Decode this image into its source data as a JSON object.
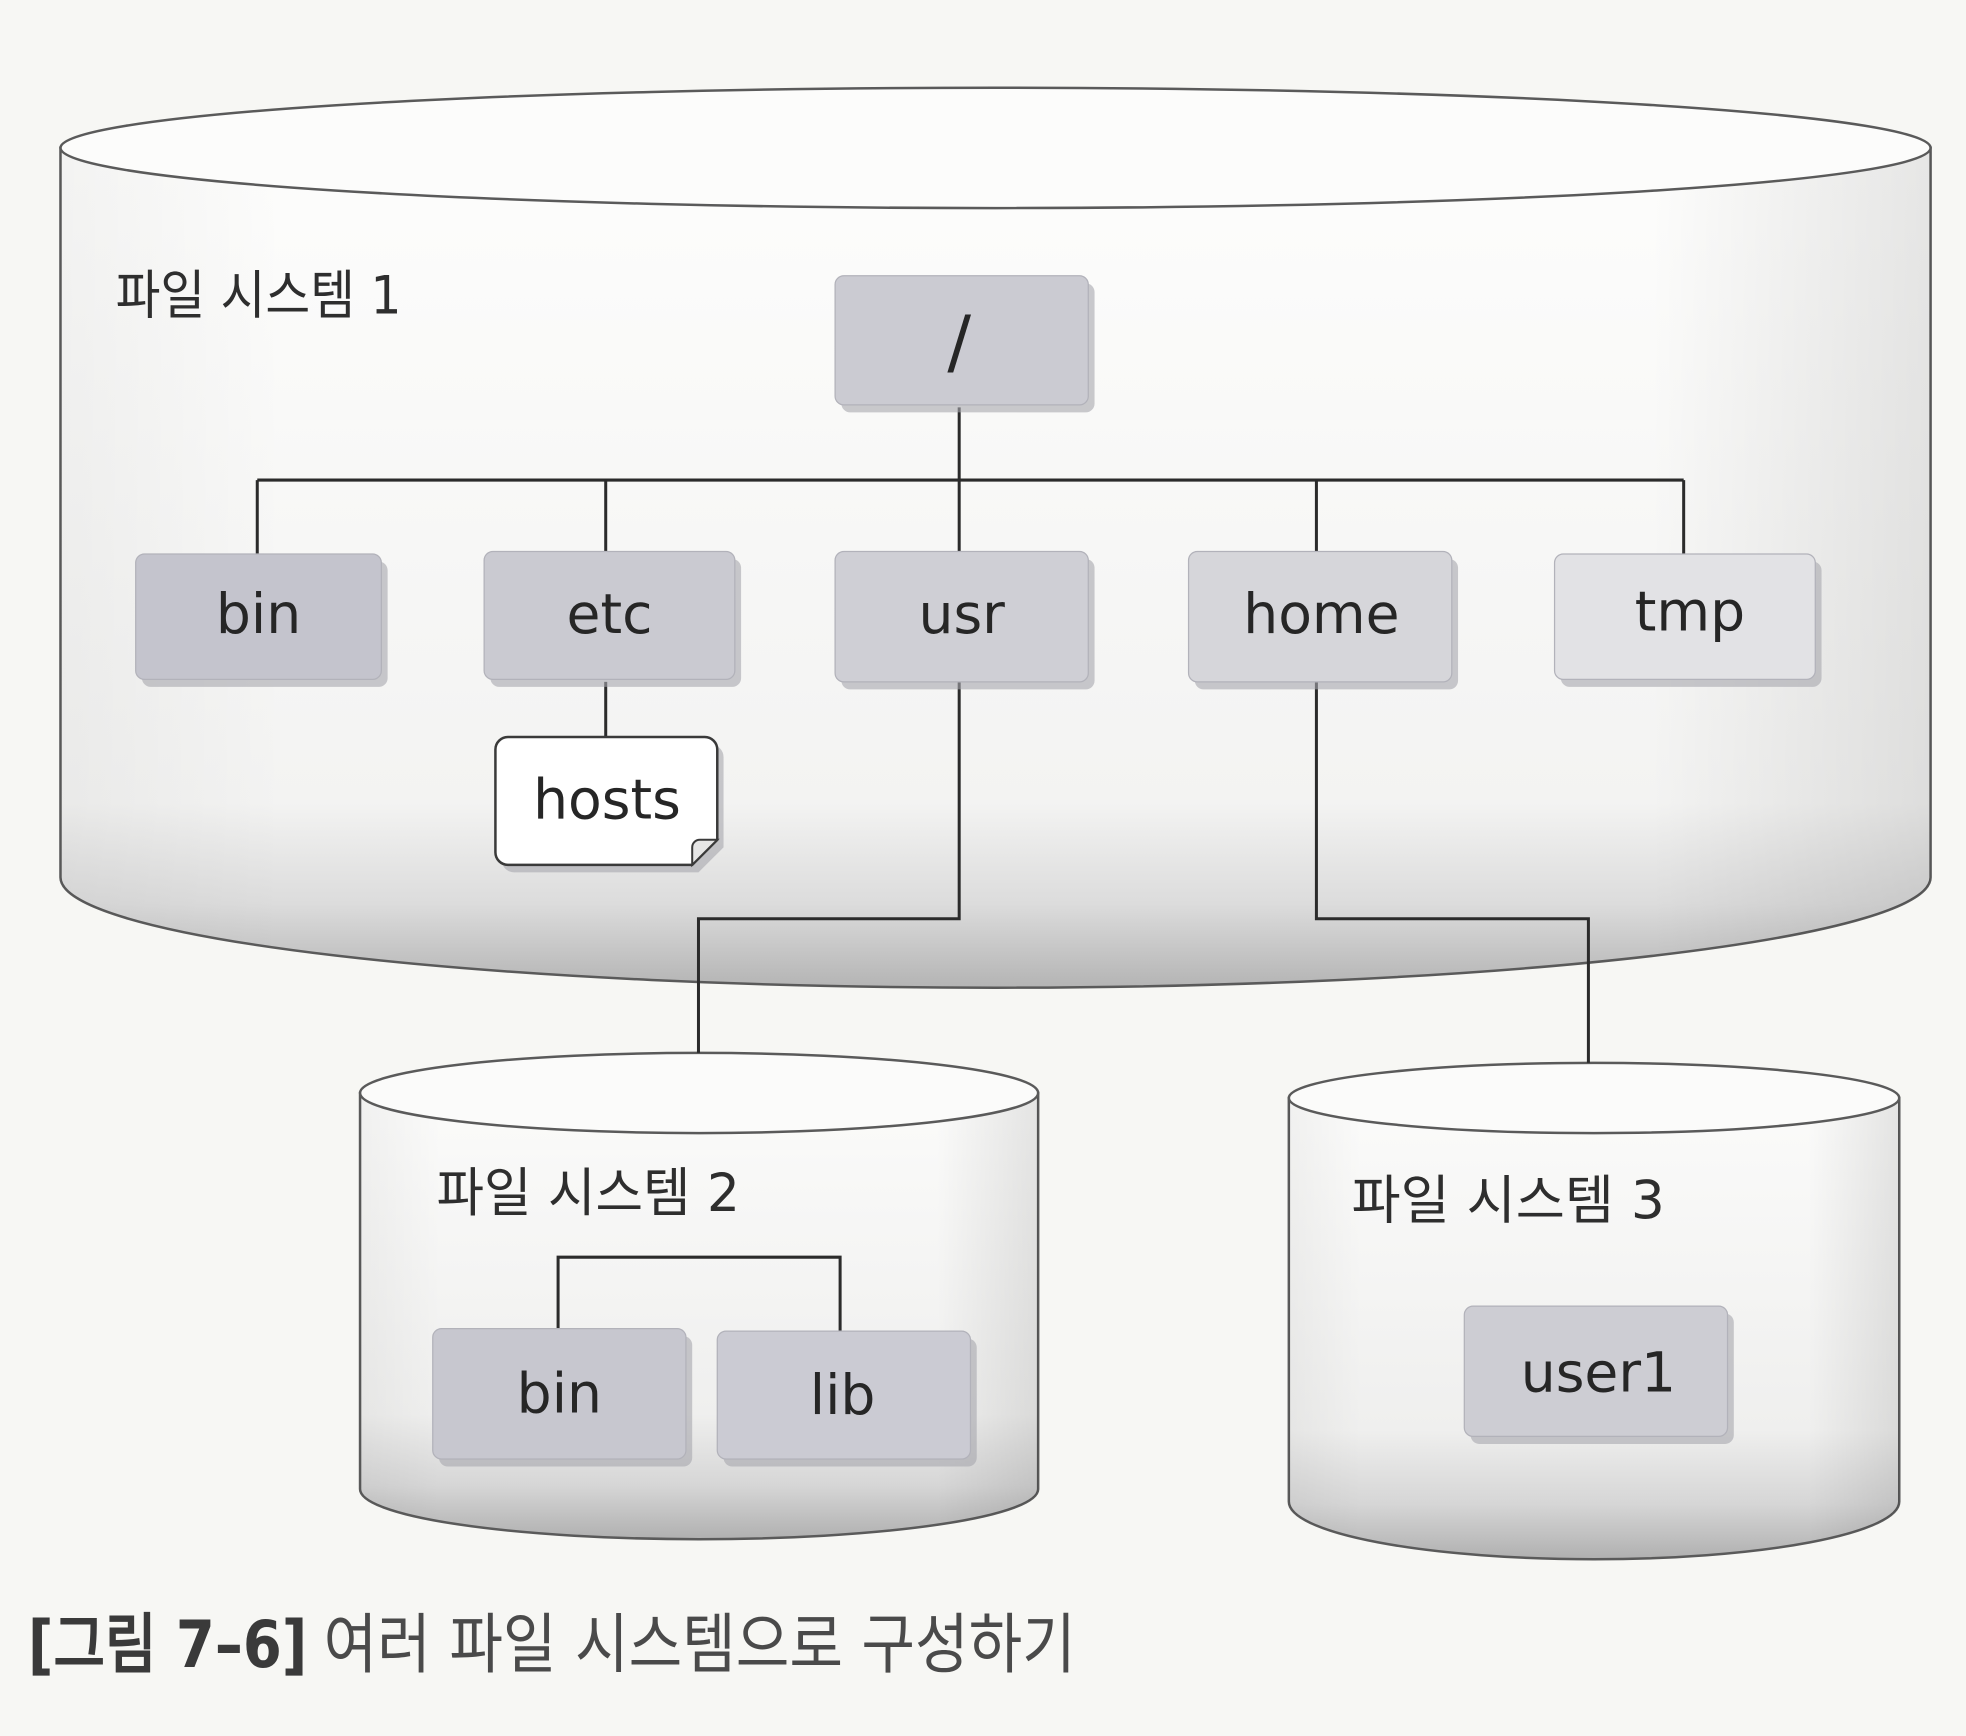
{
  "fs1": {
    "label": "파일 시스템 1",
    "root": "/",
    "dirs": [
      "bin",
      "etc",
      "usr",
      "home",
      "tmp"
    ],
    "etc_file": "hosts"
  },
  "fs2": {
    "label": "파일 시스템 2",
    "dirs": [
      "bin",
      "lib"
    ]
  },
  "fs3": {
    "label": "파일 시스템 3",
    "dirs": [
      "user1"
    ]
  },
  "caption": {
    "figure_number": "[그림 7–6]",
    "title": "여러 파일 시스템으로 구성하기"
  }
}
